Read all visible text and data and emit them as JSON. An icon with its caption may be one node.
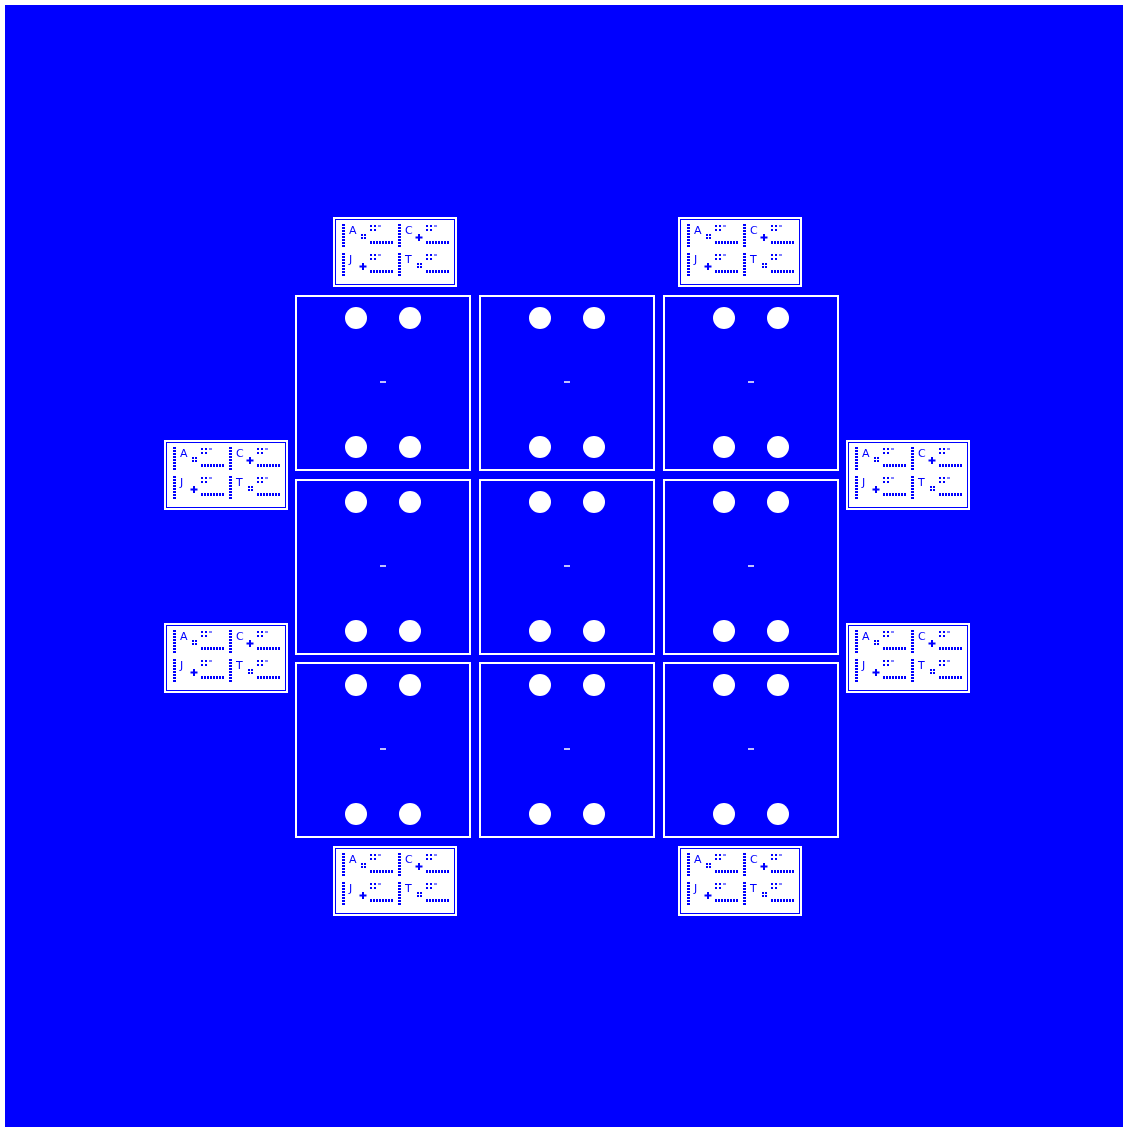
{
  "diagram": {
    "nodes": [
      {
        "text": [
          "A",
          "C",
          "J",
          "T"
        ]
      },
      {
        "text": [
          "A",
          "C",
          "J",
          "T"
        ]
      },
      {
        "text": [],
        "shape": "box"
      },
      {
        "text": [],
        "shape": "box"
      },
      {
        "text": [],
        "shape": "box"
      },
      {
        "text": [
          "A",
          "C",
          "J",
          "T"
        ]
      },
      {
        "text": [
          "A",
          "C",
          "J",
          "T"
        ]
      },
      {
        "text": [],
        "shape": "box"
      },
      {
        "text": [],
        "shape": "box"
      },
      {
        "text": [],
        "shape": "box"
      },
      {
        "text": [
          "A",
          "C",
          "J",
          "T"
        ]
      },
      {
        "text": [
          "A",
          "C",
          "J",
          "T"
        ]
      },
      {
        "text": [],
        "shape": "box"
      },
      {
        "text": [],
        "shape": "box"
      },
      {
        "text": [],
        "shape": "box"
      },
      {
        "text": [
          "A",
          "C",
          "J",
          "T"
        ]
      },
      {
        "text": [
          "A",
          "C",
          "J",
          "T"
        ]
      }
    ]
  }
}
